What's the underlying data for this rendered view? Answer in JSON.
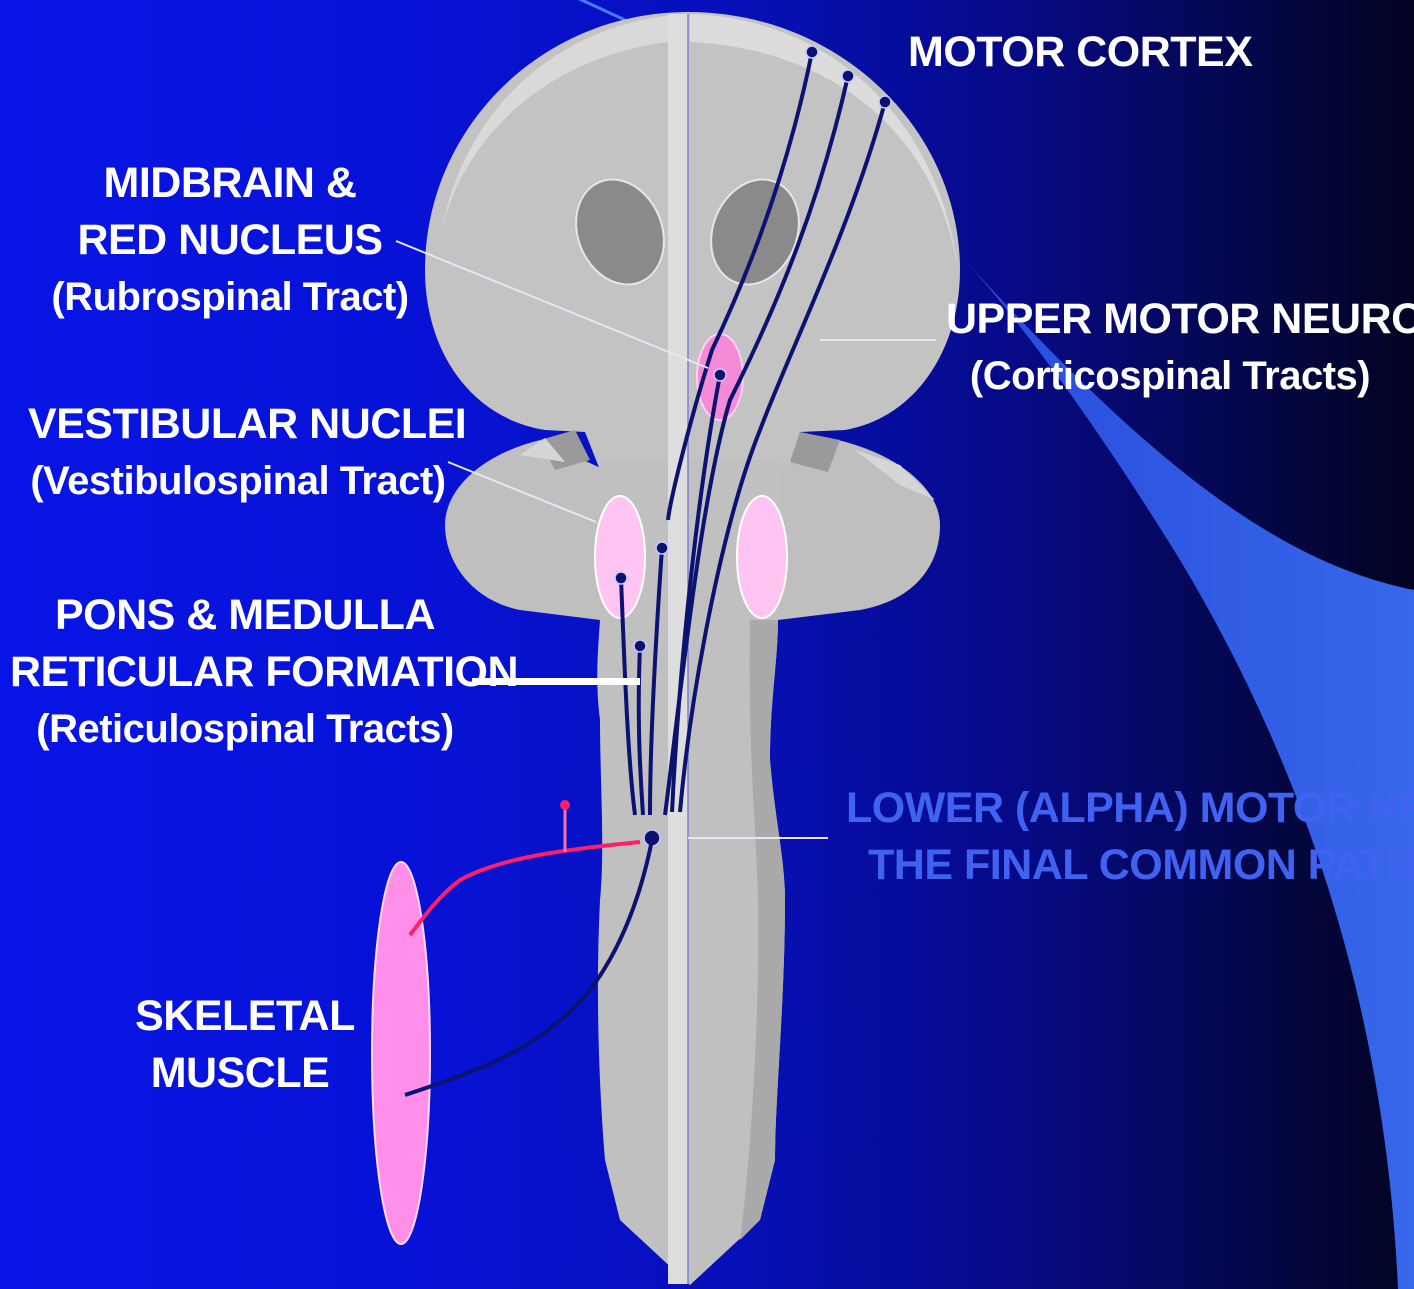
{
  "labels": {
    "motor_cortex": "MOTOR CORTEX",
    "midbrain": {
      "line1": "MIDBRAIN &",
      "line2": "RED NUCLEUS",
      "line3": "(Rubrospinal Tract)"
    },
    "upper_motor_neuron": {
      "line1": "UPPER MOTOR NEURON",
      "line2": "(Corticospinal Tracts)"
    },
    "vestibular": {
      "line1": "VESTIBULAR NUCLEI",
      "line2": "(Vestibulospinal Tract)"
    },
    "pons_medulla": {
      "line1": "PONS & MEDULLA",
      "line2": "RETICULAR FORMATION",
      "line3": "(Reticulospinal Tracts)"
    },
    "lower_motor_neuron": {
      "line1": "LOWER (ALPHA) MOTOR NEU",
      "line2": "THE FINAL COMMON PATHW"
    },
    "skeletal_muscle": {
      "line1": "SKELETAL",
      "line2": "MUSCLE"
    }
  },
  "colors": {
    "label_white": "#ffffff",
    "label_blue": "#3f63f0",
    "brain_gray": "#c0c0c0",
    "tract_navy": "#0b1270",
    "nucleus_pink": "#ffc4f2",
    "red_nucleus": "#f58ad6",
    "sensory_red": "#ff1f66",
    "muscle_pink": "#ff8fe8"
  }
}
